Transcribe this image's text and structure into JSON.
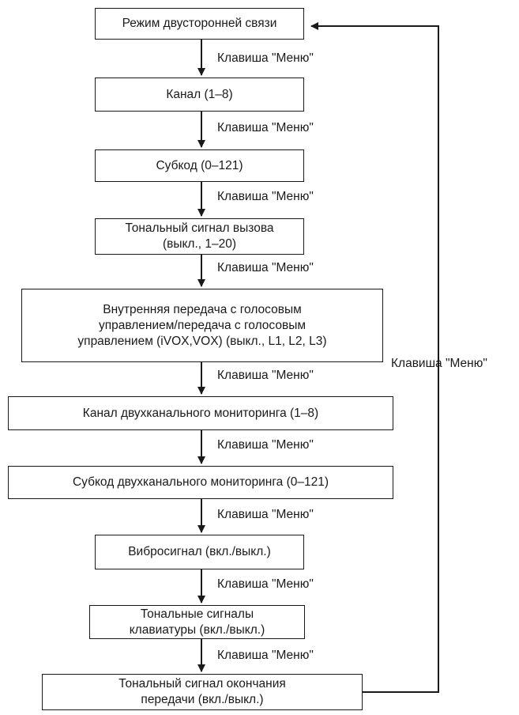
{
  "nodes": [
    {
      "id": "duplex-mode",
      "lines": [
        "Режим двусторонней связи"
      ]
    },
    {
      "id": "channel",
      "lines": [
        "Канал (1–8)"
      ]
    },
    {
      "id": "subcode",
      "lines": [
        "Субкод (0–121)"
      ]
    },
    {
      "id": "call-tone",
      "lines": [
        "Тональный сигнал вызова",
        "(выкл., 1–20)"
      ]
    },
    {
      "id": "vox",
      "lines": [
        "Внутренняя передача с голосовым",
        "управлением/передача с голосовым",
        "управлением (iVOX,VOX) (выкл., L1, L2, L3)"
      ]
    },
    {
      "id": "dual-watch-channel",
      "lines": [
        "Канал двухканального мониторинга (1–8)"
      ]
    },
    {
      "id": "dual-watch-subcode",
      "lines": [
        "Субкод двухканального мониторинга (0–121)"
      ]
    },
    {
      "id": "vibrate",
      "lines": [
        "Вибросигнал (вкл./выкл.)"
      ]
    },
    {
      "id": "key-tones",
      "lines": [
        "Тональные сигналы",
        "клавиатуры (вкл./выкл.)"
      ]
    },
    {
      "id": "tx-end-tone",
      "lines": [
        "Тональный сигнал окончания",
        "передачи (вкл./выкл.)"
      ]
    }
  ],
  "edge_label": "Клавиша \"Меню\"",
  "return_label": "Клавиша \"Меню\""
}
